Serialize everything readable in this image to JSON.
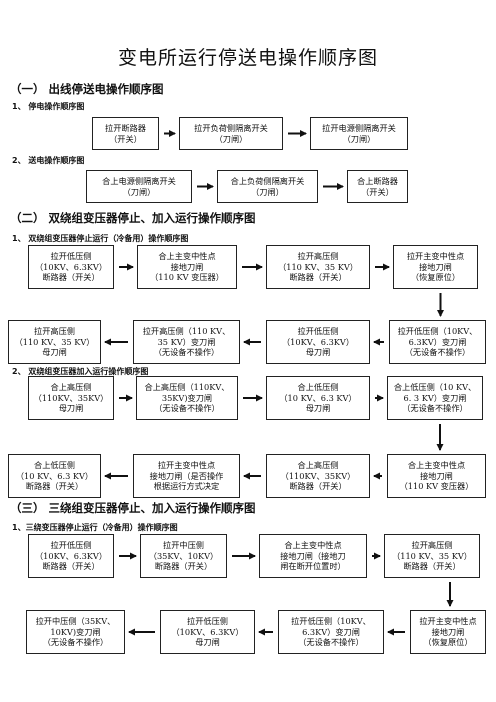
{
  "title": "变电所运行停送电操作顺序图",
  "sections": [
    {
      "heading": "（一）  出线停送电操作顺序图",
      "subsections": [
        {
          "label": "1、 停电操作顺序图",
          "rows": [
            [
              [
                "拉开断路器",
                "（开关）"
              ],
              [
                "拉开负荷侧隔离开关",
                "（刀闸）"
              ],
              [
                "拉开电源侧隔离开关",
                "（刀闸）"
              ]
            ]
          ]
        },
        {
          "label": "2、 送电操作顺序图",
          "rows": [
            [
              [
                "合上电源侧隔离开关",
                "（刀闸）"
              ],
              [
                "合上负荷侧隔离开关",
                "（刀闸）"
              ],
              [
                "合上断路器",
                "（开关）"
              ]
            ]
          ]
        }
      ]
    },
    {
      "heading": "（二）  双绕组变压器停止、加入运行操作顺序图",
      "subsections": [
        {
          "label": "1、 双绕组变压器停止运行（冷备用）操作顺序图",
          "rows": [
            [
              [
                "拉开低压侧",
                "（10KV、6.3KV）",
                "断路器（开关）"
              ],
              [
                "合上主变中性点",
                "接地刀闸",
                "（110 KV 变压器）"
              ],
              [
                "拉开高压侧",
                "（110 KV、35 KV）",
                "断路器（开关）"
              ],
              [
                "拉开主变中性点",
                "接地刀闸",
                "（恢复原位）"
              ]
            ],
            [
              [
                "拉开高压侧",
                "（110 KV、35 KV）",
                "母刀闸"
              ],
              [
                "拉开高压侧（110 KV、",
                "35 KV）变刀闸",
                "（无设备不操作）"
              ],
              [
                "拉开低压侧",
                "（10KV、6.3KV）",
                "母刀闸"
              ],
              [
                "拉开低压侧（10KV、",
                "6.3KV）变刀闸",
                "（无设备不操作）"
              ]
            ]
          ]
        },
        {
          "label": "2、 双绕组变压器加入运行操作顺序图",
          "rows": [
            [
              [
                "合上高压侧",
                "（110KV、35KV）",
                "母刀闸"
              ],
              [
                "合上高压侧（110KV、",
                "35KV)变刀闸",
                "（无设备不操作）"
              ],
              [
                "合上低压侧",
                "（10 KV、6.3 KV）",
                "母刀闸"
              ],
              [
                "合上低压侧（10 KV、",
                "6. 3 KV）变刀闸",
                "（无设备不操作）"
              ]
            ],
            [
              [
                "合上低压侧",
                "（10 KV、6.3 KV）",
                "断路器（开关）"
              ],
              [
                "拉开主变中性点",
                "接地刀闸（是否操作",
                "根据运行方式决定"
              ],
              [
                "合上高压侧",
                "（110KV、35KV）",
                "断路器（开关）"
              ],
              [
                "合上主变中性点",
                "接地刀闸",
                "（110 KV 变压器）"
              ]
            ]
          ]
        }
      ]
    },
    {
      "heading": "（三）  三绕组变压器停止、加入运行操作顺序图",
      "subsections": [
        {
          "label": "1、三绕变压器停止运行（冷备用）操作顺序图",
          "rows": [
            [
              [
                "拉开低压侧",
                "（10KV、6.3KV）",
                "断路器（开关）"
              ],
              [
                "拉开中压侧",
                "（35KV、10KV）",
                "断路器（开关）"
              ],
              [
                "合上主变中性点",
                "接地刀闸（接地刀",
                "闸在断开位置时）"
              ],
              [
                "拉开高压侧",
                "（110 KV、35 KV）",
                "断路器（开关）"
              ]
            ],
            [
              [
                "拉开中压侧（35KV、",
                "10KV)变刀闸",
                "（无设备不操作）"
              ],
              [
                "拉开低压侧",
                "（10KV、6.3KV）",
                "母刀闸"
              ],
              [
                "拉开低压侧（10KV、",
                "6.3KV）变刀闸",
                "（无设备不操作）"
              ],
              [
                "拉开主变中性点",
                "接地刀闸",
                "（恢复原位）"
              ]
            ]
          ]
        }
      ]
    }
  ]
}
